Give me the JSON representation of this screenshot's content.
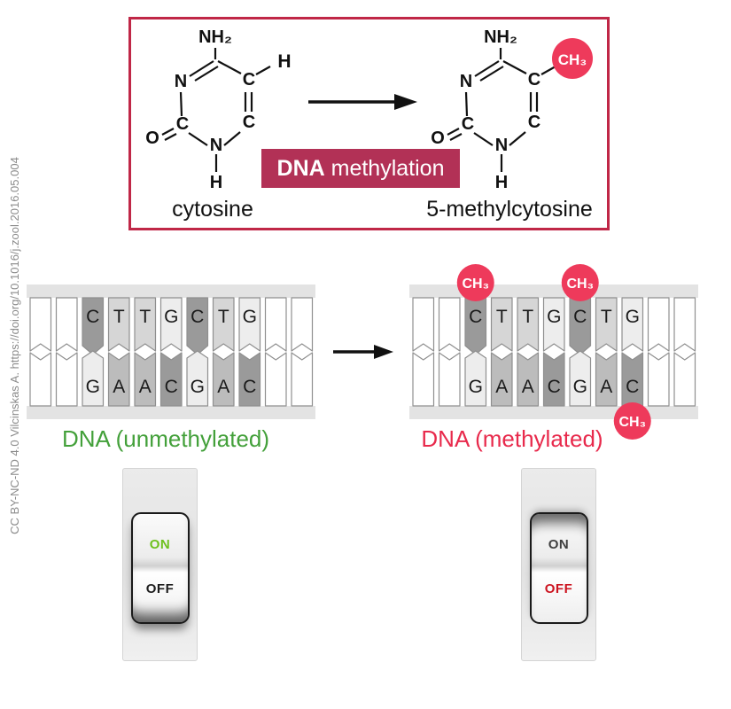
{
  "attribution": "CC BY-NC-ND 4.0 Vilcinskas A. https://doi.org/10.1016/j.zool.2016.05.004",
  "colors": {
    "panel_border": "#c02747",
    "box_bg": "#b23156",
    "ch3_bg": "#ee3a5b",
    "rail": "#e3e3e3",
    "tab_outline": "#8f8f8f",
    "green_label": "#43a03a",
    "red_label": "#e82a4c"
  },
  "top_panel": {
    "reaction_bold": "DNA",
    "reaction_rest": " methylation",
    "molecules": [
      {
        "name": "cytosine",
        "label": "cytosine",
        "amine": "NH₂",
        "n3": "N",
        "c2": "C",
        "o": "O",
        "n1": "N",
        "h1": "H",
        "c6": "C",
        "c5": "C",
        "sub": "H"
      },
      {
        "name": "5-methylcytosine",
        "label": "5-methylcytosine",
        "amine": "NH₂",
        "n3": "N",
        "c2": "C",
        "o": "O",
        "n1": "N",
        "h1": "H",
        "c6": "C",
        "c5": "C",
        "sub": "CH₃"
      }
    ]
  },
  "dna": {
    "base_colors": {
      "C": "#9a9a9a",
      "T": "#d6d6d6",
      "G": "#ededed",
      "A": "#bcbcbc",
      "blank": "#ffffff"
    },
    "ch3_label": "CH₃",
    "panels": [
      {
        "id": "unmethylated",
        "label": "DNA (unmethylated)",
        "label_color": "#43a03a",
        "top": [
          "",
          "",
          "C",
          "T",
          "T",
          "G",
          "C",
          "T",
          "G",
          "",
          ""
        ],
        "bottom": [
          "",
          "",
          "G",
          "A",
          "A",
          "C",
          "G",
          "A",
          "C",
          "",
          ""
        ],
        "methyl_top": [],
        "methyl_bottom": []
      },
      {
        "id": "methylated",
        "label": "DNA (methylated)",
        "label_color": "#e82a4c",
        "top": [
          "",
          "",
          "C",
          "T",
          "T",
          "G",
          "C",
          "T",
          "G",
          "",
          ""
        ],
        "bottom": [
          "",
          "",
          "G",
          "A",
          "A",
          "C",
          "G",
          "A",
          "C",
          "",
          ""
        ],
        "methyl_top": [
          2,
          6
        ],
        "methyl_bottom": [
          8
        ]
      }
    ]
  },
  "switches": [
    {
      "id": "gene-on-switch",
      "on_label": "ON",
      "off_label": "OFF",
      "active": "on",
      "on_color": "#6dc01d",
      "off_color": "#1d1d1d"
    },
    {
      "id": "gene-off-switch",
      "on_label": "ON",
      "off_label": "OFF",
      "active": "off",
      "on_color": "#3f3f3f",
      "off_color": "#cc1420"
    }
  ]
}
